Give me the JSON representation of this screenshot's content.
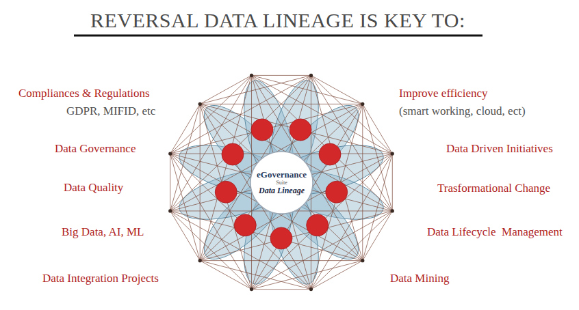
{
  "diagram": {
    "title": "REVERSAL DATA LINEAGE IS KEY TO:",
    "nodes": [
      {
        "text": [
          "eGovernance",
          "Suite",
          "Data Lineage"
        ]
      }
    ],
    "labels": [
      "Compliances & Regulations",
      "GDPR, MIFID, etc",
      "Data Governance",
      "Data Quality",
      "Big Data, AI, ML",
      "Data Integration Projects",
      "Improve efficiency",
      "(smart working, cloud, ect)",
      "Data Driven Initiatives",
      "Trasformational Change",
      "Data Lifecycle  Management",
      "Data Mining"
    ]
  }
}
